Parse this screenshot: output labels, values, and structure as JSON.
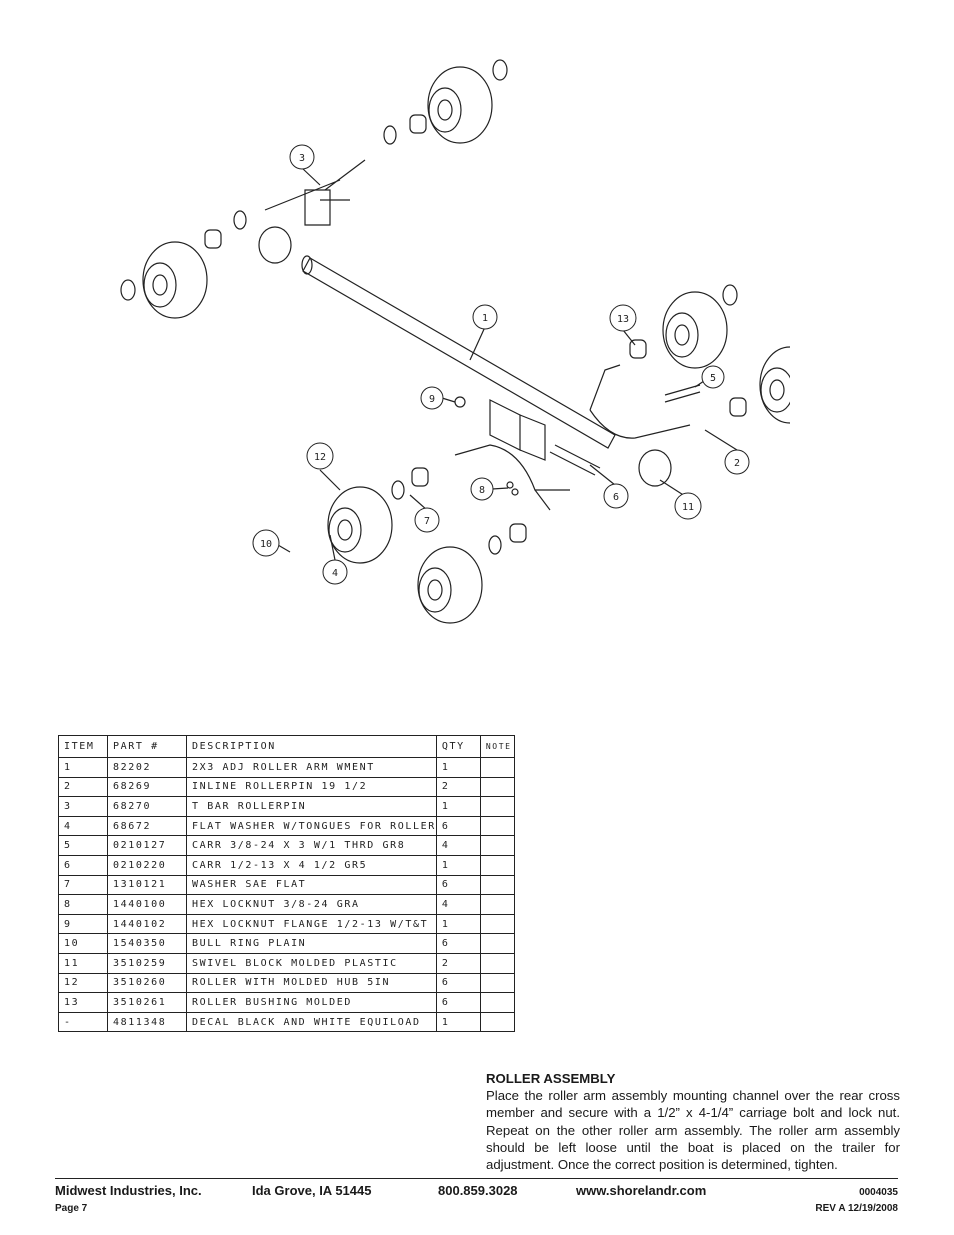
{
  "drawing": {
    "callouts": [
      "1",
      "2",
      "3",
      "4",
      "5",
      "6",
      "7",
      "8",
      "9",
      "10",
      "11",
      "12",
      "13"
    ]
  },
  "table": {
    "headers": [
      "ITEM",
      "PART #",
      "DESCRIPTION",
      "QTY",
      "NOTE"
    ],
    "rows": [
      {
        "item": "1",
        "part": "82202",
        "desc": "2X3 ADJ ROLLER ARM WMENT",
        "qty": "1",
        "note": ""
      },
      {
        "item": "2",
        "part": "68269",
        "desc": "INLINE ROLLERPIN 19 1/2",
        "qty": "2",
        "note": ""
      },
      {
        "item": "3",
        "part": "68270",
        "desc": "T BAR ROLLERPIN",
        "qty": "1",
        "note": ""
      },
      {
        "item": "4",
        "part": "68672",
        "desc": "FLAT WASHER W/TONGUES FOR ROLLER",
        "qty": "6",
        "note": ""
      },
      {
        "item": "5",
        "part": "0210127",
        "desc": "CARR 3/8-24 X 3 W/1 THRD GR8",
        "qty": "4",
        "note": ""
      },
      {
        "item": "6",
        "part": "0210220",
        "desc": "CARR 1/2-13 X 4 1/2 GR5",
        "qty": "1",
        "note": ""
      },
      {
        "item": "7",
        "part": "1310121",
        "desc": "WASHER SAE FLAT",
        "qty": "6",
        "note": ""
      },
      {
        "item": "8",
        "part": "1440100",
        "desc": "HEX LOCKNUT 3/8-24 GRA",
        "qty": "4",
        "note": ""
      },
      {
        "item": "9",
        "part": "1440102",
        "desc": "HEX LOCKNUT FLANGE 1/2-13 W/T&T",
        "qty": "1",
        "note": ""
      },
      {
        "item": "10",
        "part": "1540350",
        "desc": "BULL RING PLAIN",
        "qty": "6",
        "note": ""
      },
      {
        "item": "11",
        "part": "3510259",
        "desc": "SWIVEL BLOCK MOLDED PLASTIC",
        "qty": "2",
        "note": ""
      },
      {
        "item": "12",
        "part": "3510260",
        "desc": "ROLLER WITH MOLDED HUB  5IN",
        "qty": "6",
        "note": ""
      },
      {
        "item": "13",
        "part": "3510261",
        "desc": "ROLLER BUSHING MOLDED",
        "qty": "6",
        "note": ""
      },
      {
        "item": "-",
        "part": "4811348",
        "desc": "DECAL BLACK AND WHITE EQUILOAD",
        "qty": "1",
        "note": ""
      }
    ]
  },
  "notes": {
    "heading": "ROLLER ASSEMBLY",
    "body": "Place the roller arm assembly mounting channel over the rear cross member and secure with a 1/2” x 4-1/4” carriage bolt and lock nut. Repeat on the other roller arm assembly. The roller arm assembly should be left loose until the boat is placed on the trailer for adjustment. Once the correct position is determined, tighten."
  },
  "footer": {
    "company": "Midwest Industries, Inc.",
    "city": "Ida Grove, IA  51445",
    "phone": "800.859.3028",
    "website": "www.shorelandr.com",
    "doc_number": "0004035",
    "page": "Page 7",
    "revision": "REV A  12/19/2008"
  }
}
